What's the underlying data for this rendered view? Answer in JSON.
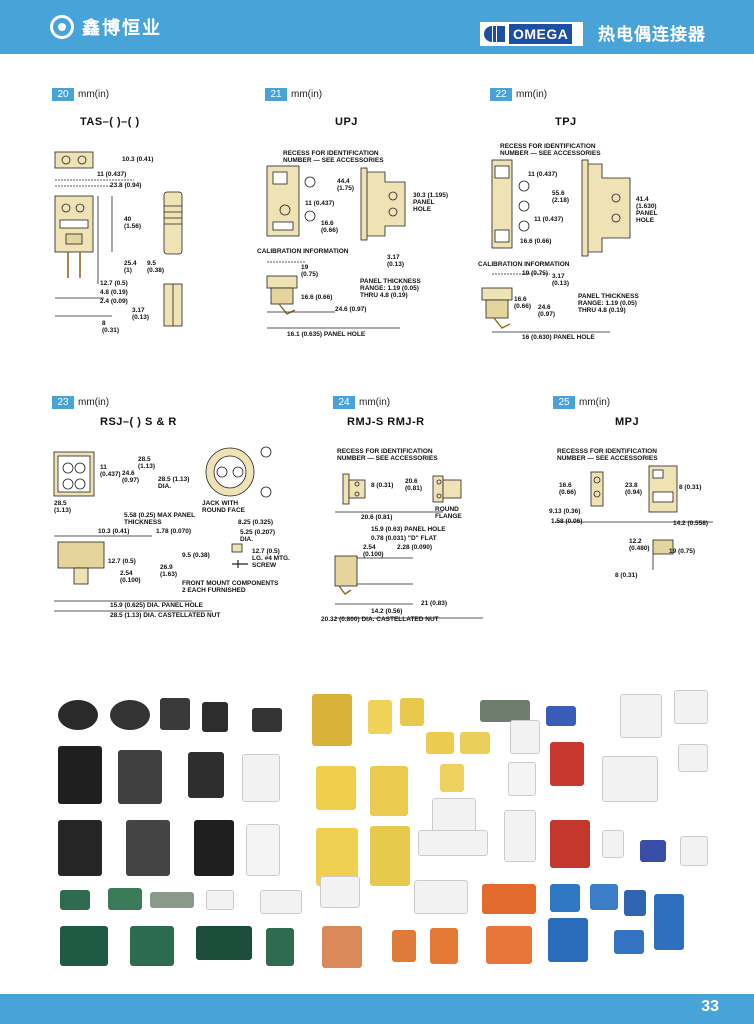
{
  "header": {
    "brand_name": "鑫博恒业",
    "omega_logo_text": "OMEGA",
    "title": "热电偶连接器"
  },
  "diagrams": [
    {
      "number": "20",
      "unit": "mm(in)",
      "title": "TAS–(  )–(  )",
      "dims": [
        "10.3 (0.41)",
        "11 (0.437)",
        "23.8 (0.94)",
        "40\n(1.56)",
        "25.4\n(1)",
        "9.5\n(0.38)",
        "12.7 (0.5)",
        "4.8 (0.19)",
        "2.4 (0.09)",
        "3.17\n(0.13)",
        "8\n(0.31)"
      ]
    },
    {
      "number": "21",
      "unit": "mm(in)",
      "title": "UPJ",
      "notes": [
        "RECESS FOR IDENTIFICATION\nNUMBER — SEE ACCESSORIES",
        "CALIBRATION INFORMATION",
        "PANEL THICKNESS\nRANGE: 1.19 (0.05)\nTHRU 4.8 (0.19)",
        "16.1 (0.635) PANEL HOLE"
      ],
      "dims": [
        "44.4\n(1.75)",
        "11 (0.437)",
        "16.6\n(0.66)",
        "30.3 (1.195)\nPANEL\nHOLE",
        "3.17\n(0.13)",
        "19\n(0.75)",
        "16.6 (0.66)",
        "24.6 (0.97)"
      ]
    },
    {
      "number": "22",
      "unit": "mm(in)",
      "title": "TPJ",
      "notes": [
        "RECESS FOR IDENTIFICATION\nNUMBER — SEE ACCESSORIES",
        "CALIBRATION INFORMATION",
        "PANEL THICKNESS\nRANGE: 1.19 (0.05)\nTHRU 4.8 (0.19)",
        "16 (0.630) PANEL HOLE"
      ],
      "dims": [
        "11 (0.437)",
        "55.6\n(2.18)",
        "11 (0.437)",
        "16.6 (0.66)",
        "41.4\n(1.630)\nPANEL\nHOLE",
        "19 (0.75)",
        "3.17\n(0.13)",
        "16.6\n(0.66)",
        "24.6\n(0.97)"
      ]
    },
    {
      "number": "23",
      "unit": "mm(in)",
      "title": "RSJ–(  )    S & R",
      "notes": [
        "JACK WITH\nROUND FACE",
        "5.58 (0.25) MAX PANEL\nTHICKNESS",
        "FRONT MOUNT COMPONENTS\n2 EACH FURNISHED",
        "15.9 (0.625) DIA. PANEL HOLE",
        "28.5 (1.13) DIA. CASTELLATED NUT"
      ],
      "dims": [
        "28.5\n(1.13)",
        "11\n(0.437)",
        "24.6\n(0.97)",
        "28.5 (1.13)\nDIA.",
        "28.5\n(1.13)",
        "1.78 (0.070)",
        "10.3 (0.41)",
        "8.25 (0.325)",
        "5.25 (0.207)\nDIA.",
        "9.5 (0.38)",
        "12.7 (0.5)\nLG. #4 MTG.\nSCREW",
        "12.7 (0.5)",
        "2.54\n(0.100)",
        "26.9\n(1.63)"
      ]
    },
    {
      "number": "24",
      "unit": "mm(in)",
      "title": "RMJ-S   RMJ-R",
      "notes": [
        "RECESS FOR IDENTIFICATION\nNUMBER — SEE ACCESSORIES",
        "ROUND\nFLANGE",
        "15.9 (0.63) PANEL HOLE",
        "0.78 (0.031) \"D\" FLAT",
        "20.32 (0.800) DIA. CASTELLATED NUT"
      ],
      "dims": [
        "8 (0.31)",
        "20.6\n(0.81)",
        "20.6 (0.81)",
        "2.54\n(0.100)",
        "2.28 (0.090)",
        "21 (0.83)",
        "14.2 (0.56)"
      ]
    },
    {
      "number": "25",
      "unit": "mm(in)",
      "title": "MPJ",
      "notes": [
        "RECESSS FOR IDENTIFICATION\nNUMBER — SEE ACCESSORIES"
      ],
      "dims": [
        "16.6\n(0.66)",
        "23.8\n(0.94)",
        "8 (0.31)",
        "9.13 (0.36)",
        "1.58 (0.06)",
        "14.2 (0.558)",
        "12.2\n(0.480)",
        "19 (0.75)",
        "8 (0.31)"
      ]
    }
  ],
  "colors": {
    "brand_blue": "#48a3d9",
    "omega_blue": "#1c4fa1",
    "connector_beige": "#efe2b5"
  },
  "footer": {
    "page_number": "33"
  }
}
